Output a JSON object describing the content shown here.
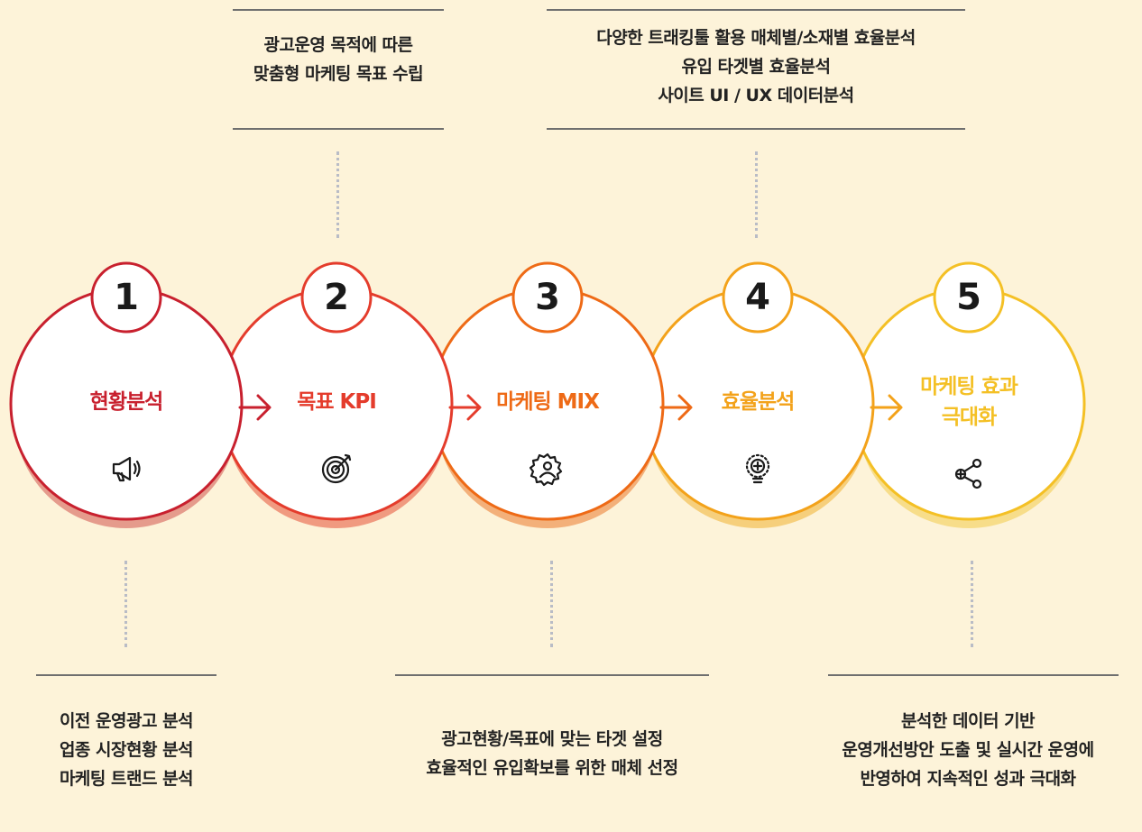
{
  "colors": {
    "step1": "#c8202e",
    "step2": "#e43c2c",
    "step3": "#ee6a16",
    "step4": "#f3a21a",
    "step5": "#f4c025",
    "background": "#fdf3d9"
  },
  "steps": [
    {
      "number": "1",
      "title_lines": [
        "현황분석"
      ],
      "icon": "megaphone-icon"
    },
    {
      "number": "2",
      "title_lines": [
        "목표 KPI"
      ],
      "icon": "target-icon"
    },
    {
      "number": "3",
      "title_lines": [
        "마케팅 MIX"
      ],
      "icon": "gear-person-icon"
    },
    {
      "number": "4",
      "title_lines": [
        "효율분석"
      ],
      "icon": "lightbulb-icon"
    },
    {
      "number": "5",
      "title_lines": [
        "마케팅 효과",
        "극대화"
      ],
      "icon": "share-icon"
    }
  ],
  "annotations": {
    "step1": [
      "이전 운영광고 분석",
      "업종 시장현황 분석",
      "마케팅 트랜드 분석"
    ],
    "step2": [
      "광고운영 목적에 따른",
      "맞춤형 마케팅 목표 수립"
    ],
    "step3": [
      "광고현황/목표에 맞는 타겟 설정",
      "효율적인 유입확보를 위한 매체 선정"
    ],
    "step4": [
      "다양한 트래킹툴 활용 매체별/소재별 효율분석",
      "유입 타겟별 효율분석",
      "사이트 UI / UX 데이터분석"
    ],
    "step5": [
      "분석한 데이터 기반",
      "운영개선방안 도출 및 실시간 운영에",
      "반영하여 지속적인 성과 극대화"
    ]
  }
}
